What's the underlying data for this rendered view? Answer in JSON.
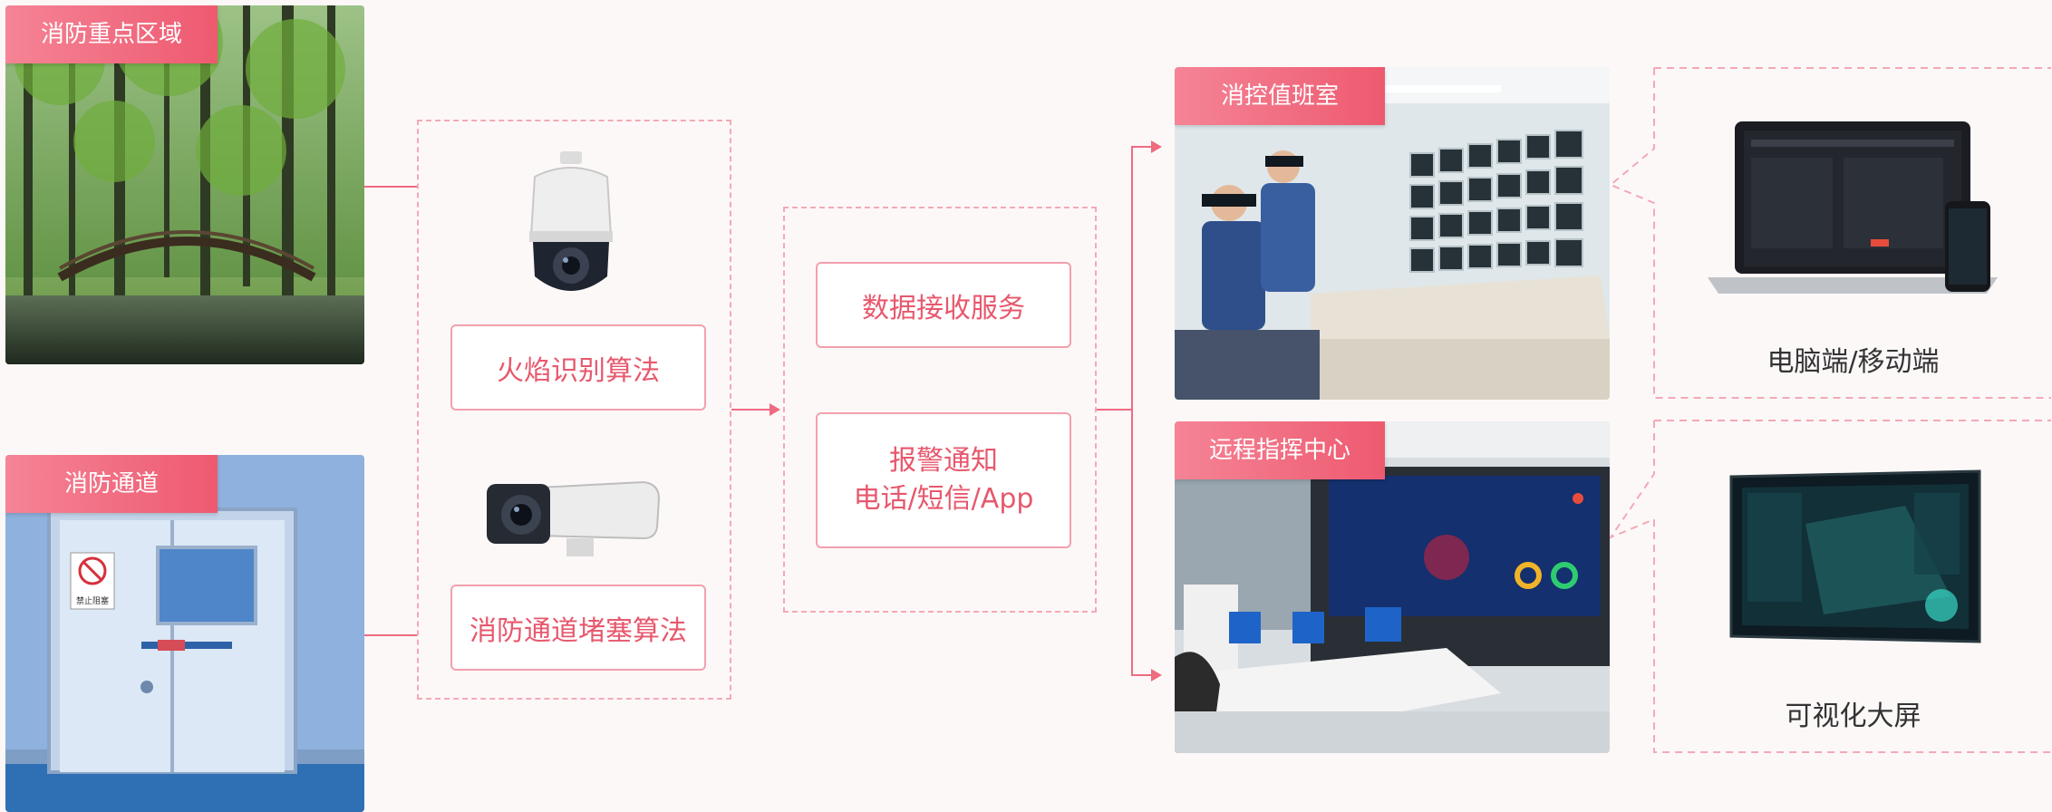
{
  "scenes": {
    "forest_label": "消防重点区域",
    "corridor_label": "消防通道",
    "door_sign": "禁止阻塞"
  },
  "algorithms": {
    "fire": "火焰识别算法",
    "passage": "消防通道堵塞算法"
  },
  "services": {
    "receive": "数据接收服务",
    "alarm_line1": "报警通知",
    "alarm_line2": "电话/短信/App"
  },
  "destinations": {
    "duty_room": "消控值班室",
    "command_center": "远程指挥中心"
  },
  "terminals": {
    "pc_mobile": "电脑端/移动端",
    "big_screen": "可视化大屏"
  },
  "colors": {
    "accent": "#ee5a70",
    "dashed_border": "#f3a9b6",
    "background": "#fdf8f8"
  }
}
